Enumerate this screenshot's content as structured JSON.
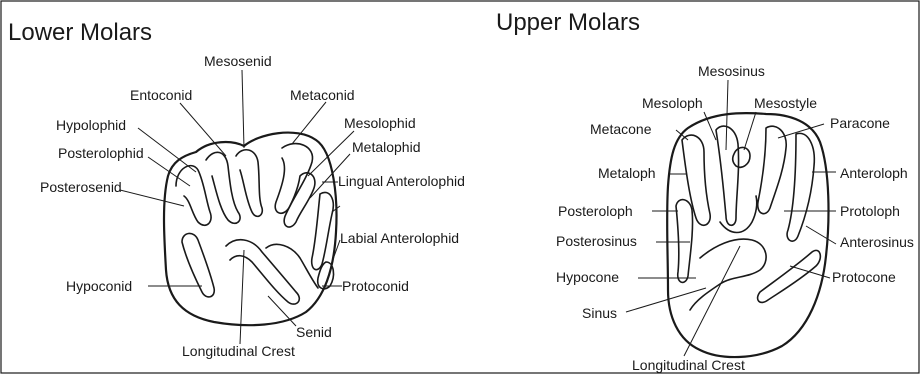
{
  "lower": {
    "title": "Lower Molars",
    "labels": {
      "mesosenid": "Mesosenid",
      "entoconid": "Entoconid",
      "metaconid": "Metaconid",
      "hypolophid": "Hypolophid",
      "mesolophid": "Mesolophid",
      "posterolophid": "Posterolophid",
      "metalophid": "Metalophid",
      "posterosenid": "Posterosenid",
      "lingual_anterolophid": "Lingual Anterolophid",
      "labial_anterolophid": "Labial Anterolophid",
      "hypoconid": "Hypoconid",
      "protoconid": "Protoconid",
      "senid": "Senid",
      "longitudinal_crest": "Longitudinal Crest"
    }
  },
  "upper": {
    "title": "Upper Molars",
    "labels": {
      "mesosinus": "Mesosinus",
      "mesoloph": "Mesoloph",
      "mesostyle": "Mesostyle",
      "metacone": "Metacone",
      "paracone": "Paracone",
      "metaloph": "Metaloph",
      "anteroloph": "Anteroloph",
      "posteroloph": "Posteroloph",
      "protoloph": "Protoloph",
      "posterosinus": "Posterosinus",
      "anterosinus": "Anterosinus",
      "hypocone": "Hypocone",
      "protocone": "Protocone",
      "sinus": "Sinus",
      "longitudinal_crest": "Longitudinal Crest"
    }
  }
}
